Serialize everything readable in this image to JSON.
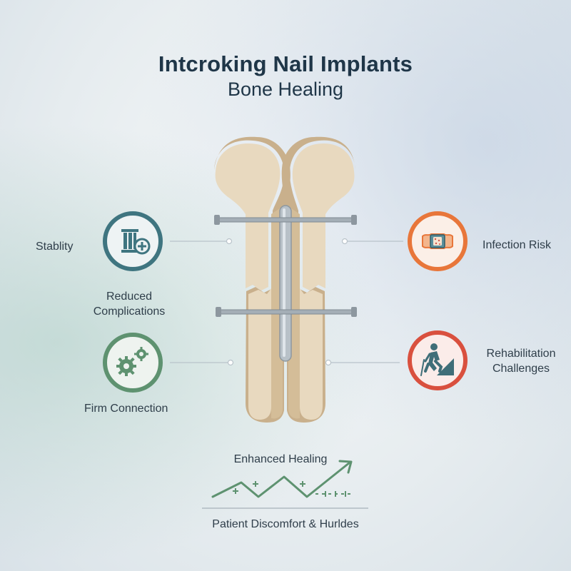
{
  "title": "Intcroking Nail Implants",
  "subtitle": "Bone Healing",
  "left_labels": {
    "stability": "Stablity",
    "reduced_complications_line1": "Reduced",
    "reduced_complications_line2": "Complications",
    "firm_connection": "Firm Connection"
  },
  "right_labels": {
    "infection_risk": "Infection Risk",
    "rehab_line1": "Rehabilitation",
    "rehab_line2": "Challenges"
  },
  "bottom": {
    "enhanced_healing": "Enhanced Healing",
    "patient_discomfort": "Patient Discomfort & Hurldes"
  },
  "colors": {
    "teal": "#3f7580",
    "green": "#5e9270",
    "orange": "#e8763a",
    "red": "#d9503e",
    "bone": "#e8d9bf",
    "bone_shadow": "#c9b08c"
  },
  "icons": [
    "stability-column-plus-icon",
    "gears-icon",
    "bandage-icon",
    "hiker-climbing-icon",
    "trend-arrow-icon"
  ]
}
